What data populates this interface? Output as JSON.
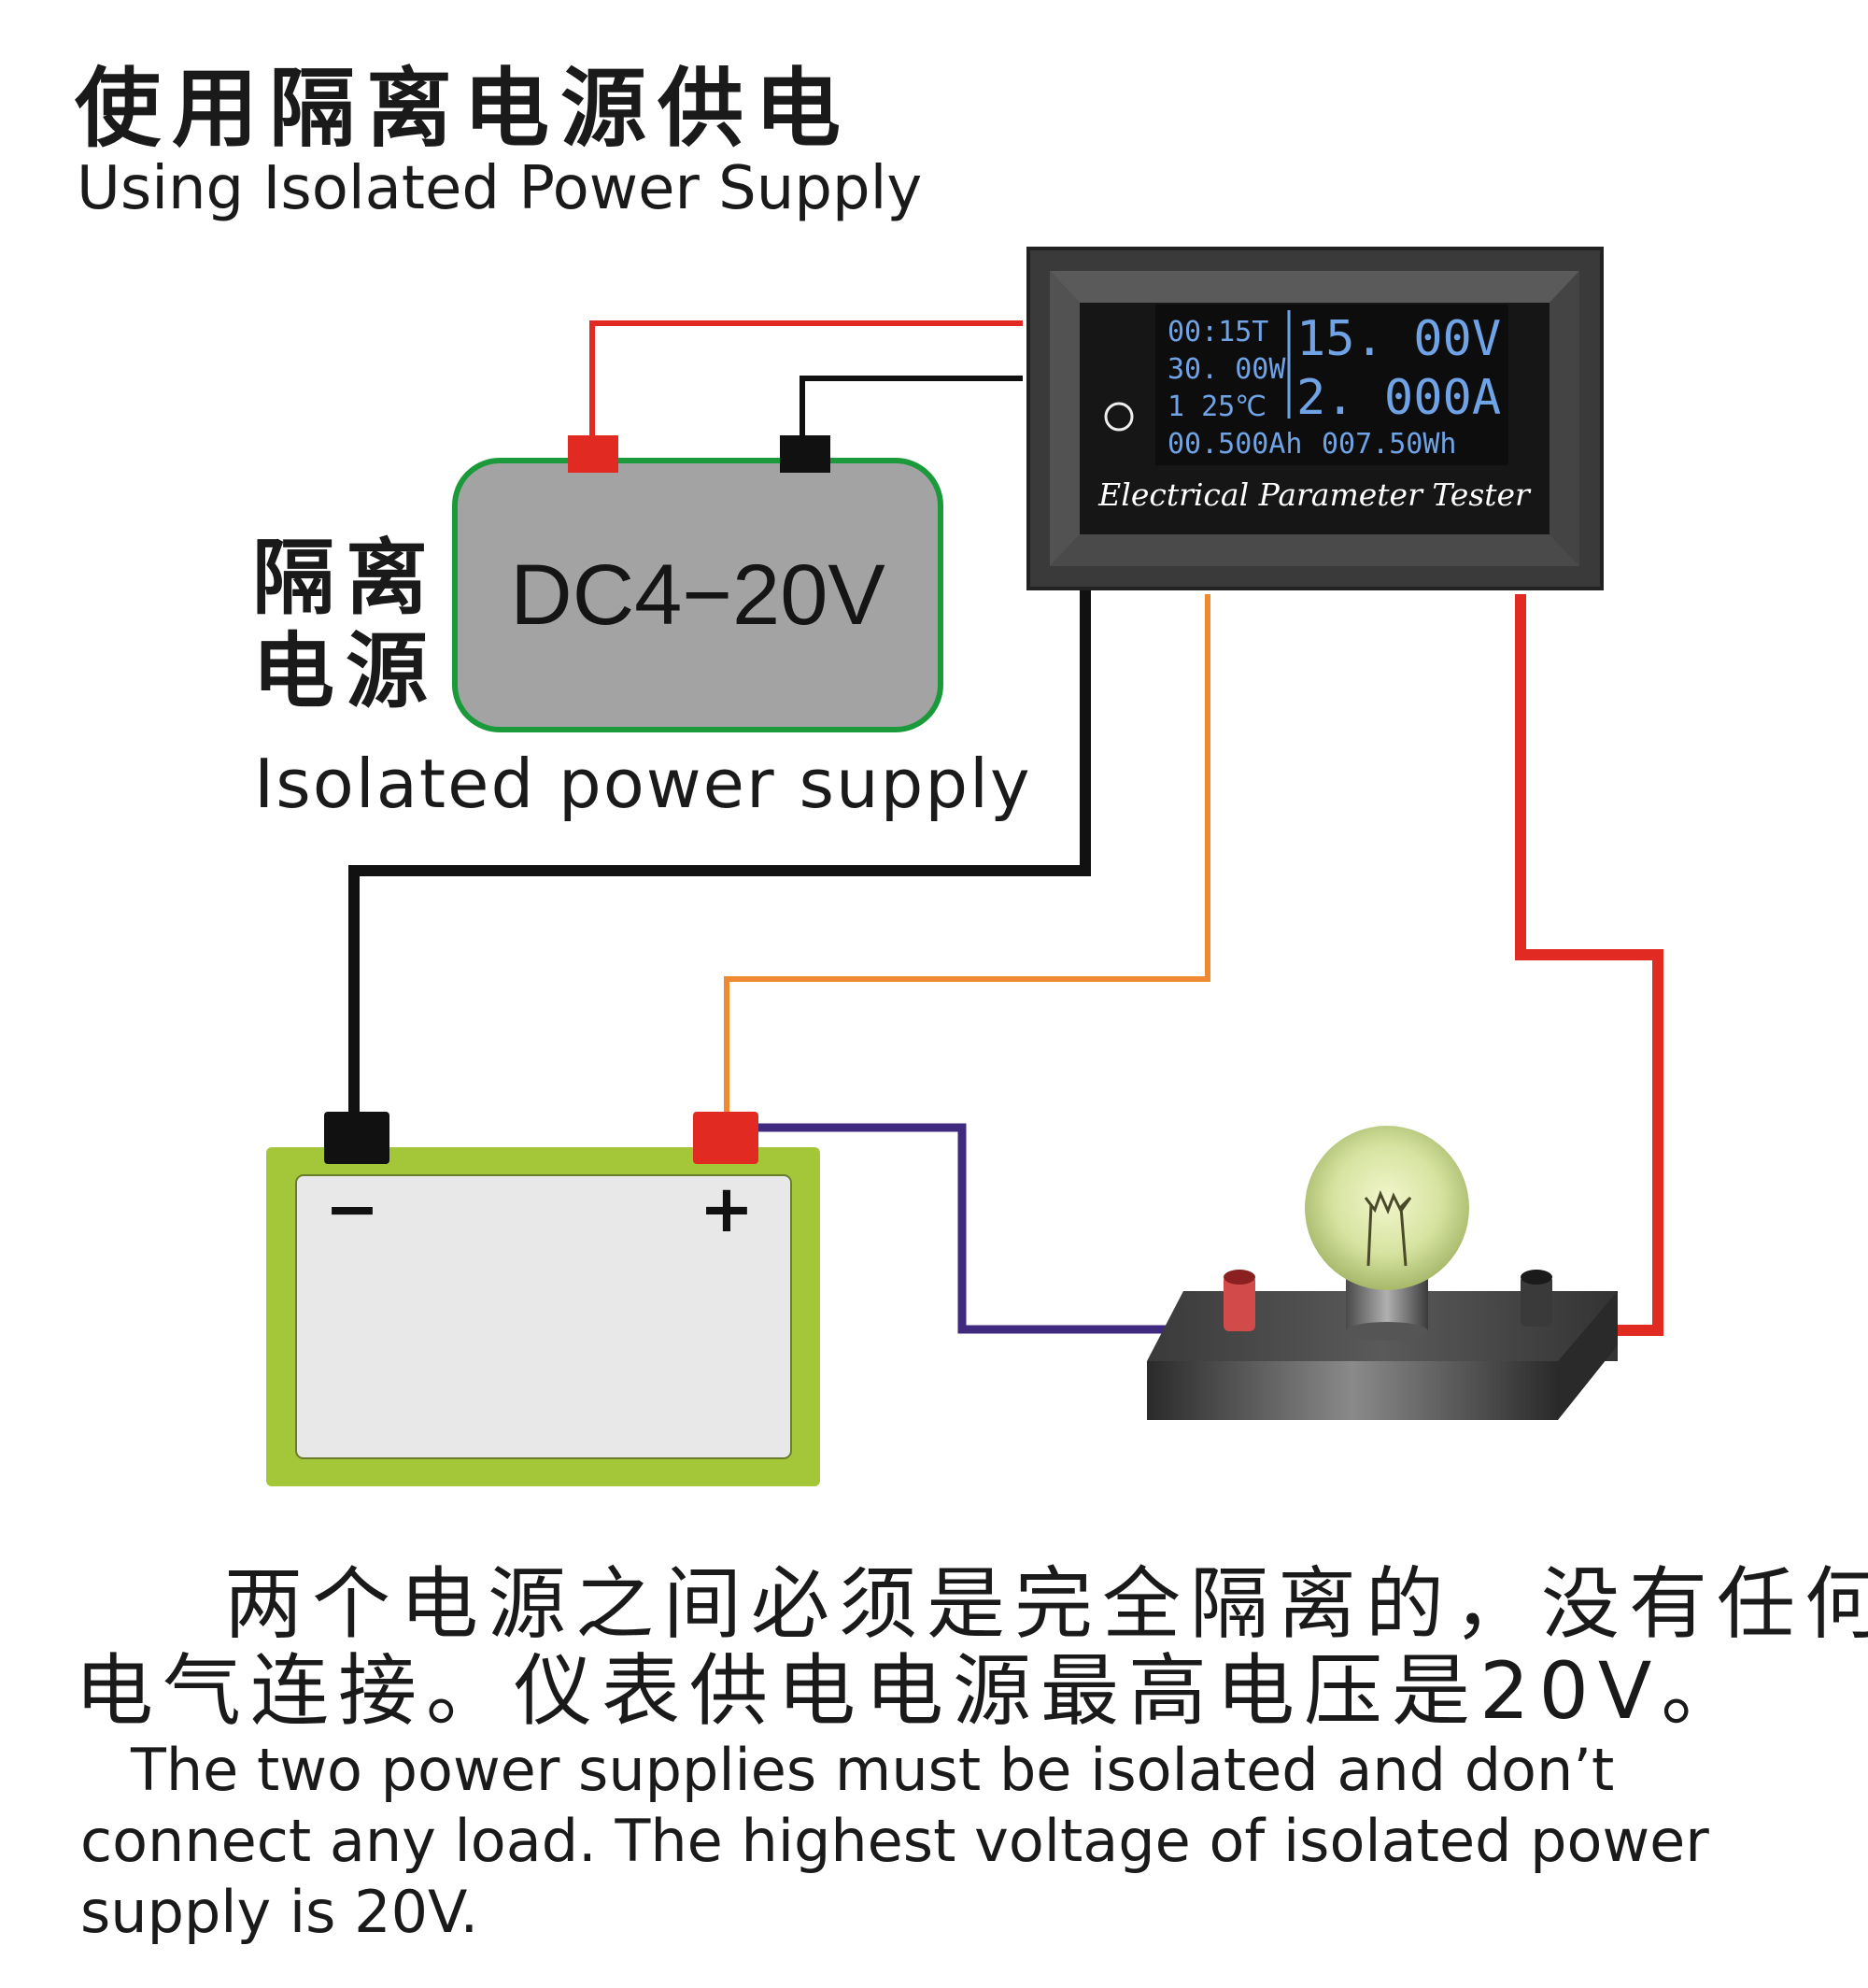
{
  "header": {
    "title_cn": "使用隔离电源供电",
    "title_en": "Using Isolated Power Supply"
  },
  "isolated_supply": {
    "label_cn_line1": "隔离",
    "label_cn_line2": "电源",
    "box_label": "DC4−20V",
    "label_en": "Isolated  power supply"
  },
  "meter": {
    "display": {
      "time": "00:15T",
      "power": "30. 00W",
      "group_temp": "1   25℃",
      "voltage": "15. 00V",
      "current": "2. 000A",
      "capacity": "00.500Ah",
      "energy": "007.50Wh"
    },
    "caption": "Electrical Parameter Tester"
  },
  "battery": {
    "minus_label": "−",
    "plus_label": "+"
  },
  "note": {
    "cn_line1": "两个电源之间必须是完全隔离的，没有任何",
    "cn_line2": "电气连接。仪表供电电源最高电压是20V。",
    "en_line1": "The two power supplies must be isolated and don’t",
    "en_line2": "connect any load. The highest voltage of isolated power",
    "en_line3": "supply is 20V."
  },
  "colors": {
    "wire_red": "#e02a22",
    "wire_black": "#111111",
    "wire_orange": "#ef8a33",
    "wire_purple": "#3f2a80",
    "supply_box": "#a3a3a3",
    "supply_border": "#1a9a3a",
    "battery_green": "#a4c639",
    "meter_screen_text": "#6fa3e6"
  }
}
